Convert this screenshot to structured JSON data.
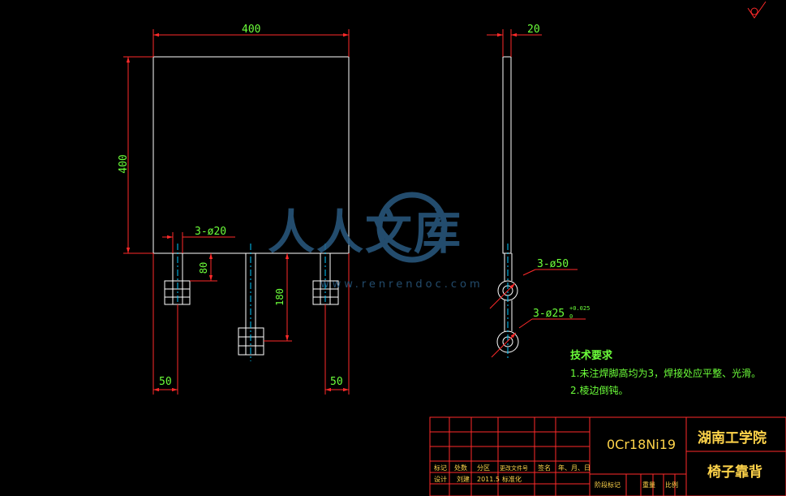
{
  "drawing": {
    "front_view": {
      "width_dim": "400",
      "height_dim": "400",
      "hole_callout": "3-ø20",
      "leg_short_dim": "80",
      "leg_long_dim": "180",
      "left_offset_dim": "50",
      "right_offset_dim": "50"
    },
    "side_view": {
      "thickness_dim": "20",
      "hole_large_callout": "3-ø50",
      "hole_small_callout": "3-ø25",
      "hole_small_tol_upper": "+0.025",
      "hole_small_tol_lower": "0"
    },
    "tech_notes": {
      "title": "技术要求",
      "items": [
        "1.未注焊脚高均为3，焊接处应平整、光滑。",
        "2.棱边倒钝。"
      ]
    },
    "watermark": {
      "text": "人人文库",
      "url": "www.renrendoc.com"
    },
    "title_block": {
      "material": "0Cr18Ni19",
      "school": "湖南工学院",
      "part_name": "椅子靠背",
      "row_labels": [
        "标记",
        "处数",
        "分区",
        "更改文件号",
        "签名",
        "年、月、日"
      ],
      "design_label": "设计",
      "designer": "刘建",
      "date": "2011.5",
      "std_label": "标准化",
      "stage_labels": [
        "阶段标记",
        "重量",
        "比例"
      ]
    }
  },
  "colors": {
    "background": "#000000",
    "geometry": "#ffffff",
    "dimension": "#ff2a2a",
    "text": "#6cff3a",
    "centerline": "#00c8ff"
  }
}
